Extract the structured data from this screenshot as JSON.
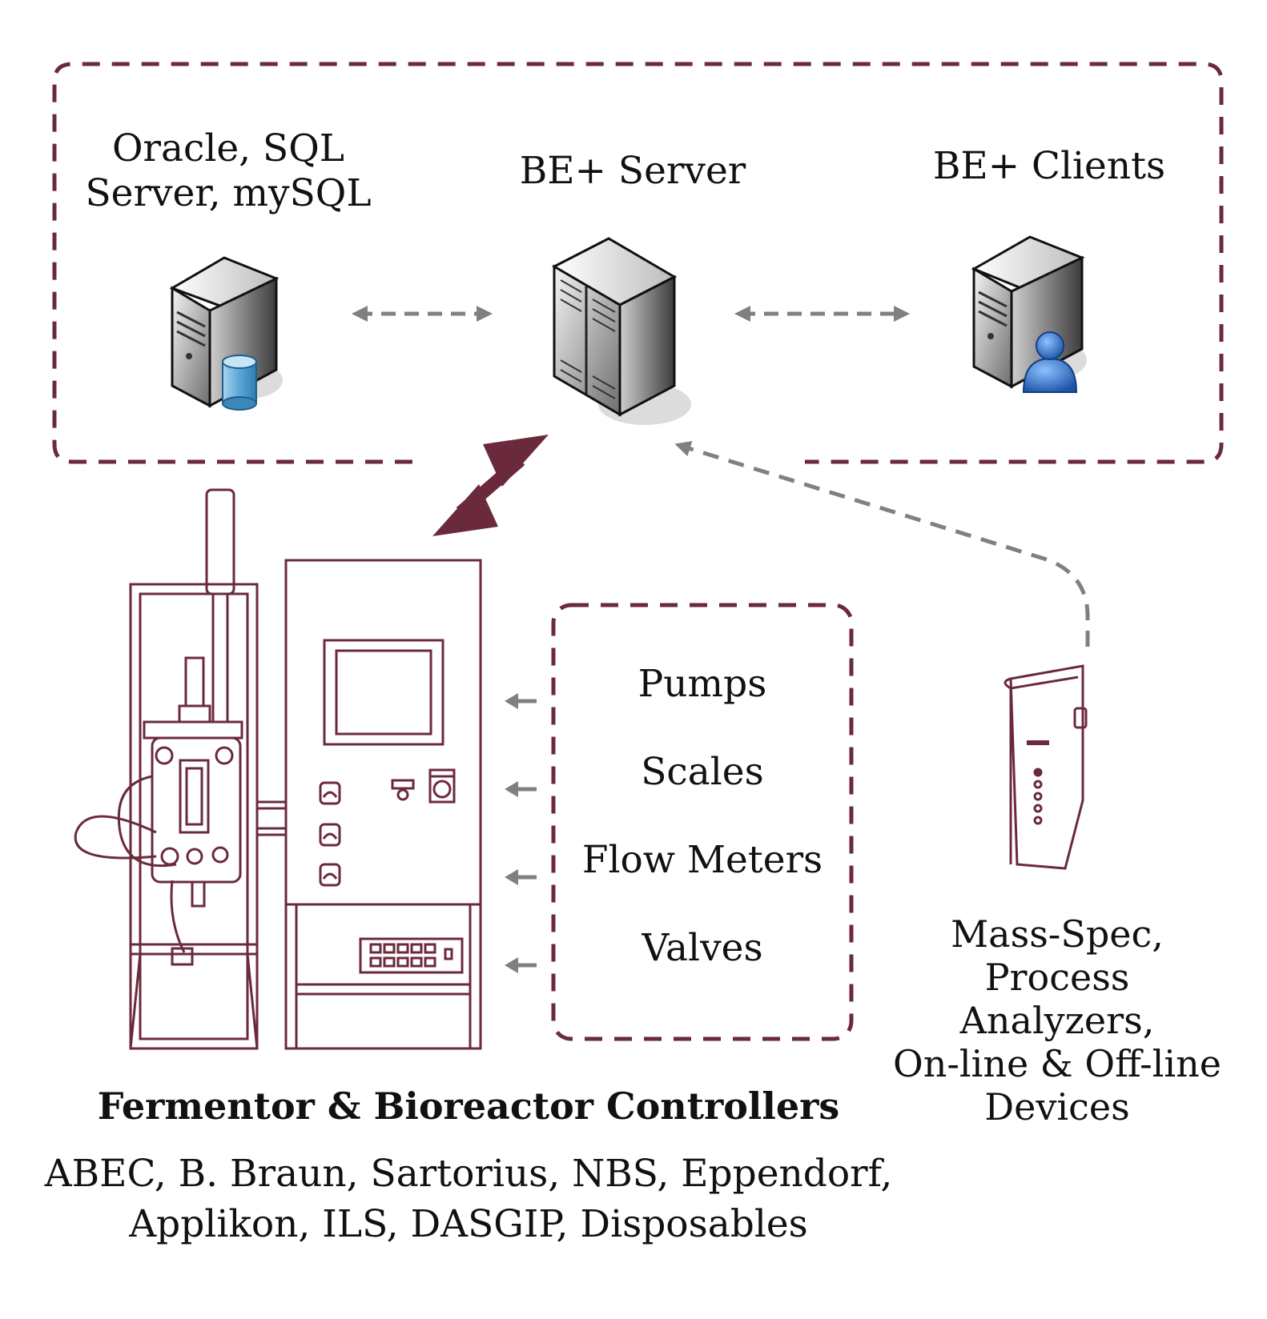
{
  "labels": {
    "database": [
      "Oracle, SQL",
      "Server, mySQL"
    ],
    "server": "BE+ Server",
    "clients": "BE+ Clients",
    "devices": [
      "Pumps",
      "Scales",
      "Flow Meters",
      "Valves"
    ],
    "analyzers": [
      "Mass-Spec,",
      "Process Analyzers,",
      "On-line & Off-line",
      "Devices"
    ],
    "controllers_title": "Fermentor & Bioreactor Controllers",
    "vendors": [
      "ABEC, B. Braun, Sartorius, NBS, Eppendorf,",
      "Applikon, ILS, DASGIP, Disposables"
    ]
  },
  "colors": {
    "frame": "#6b2a3c",
    "arrow_grey": "#808080",
    "line_art": "#6b2a3c",
    "server_grey": "#8a8a8a",
    "db_blue": "#5aa7d6",
    "user_blue": "#2d6fc7"
  },
  "icons": {
    "database_server": "server-database-icon",
    "app_server": "server-tower-icon",
    "client_workstation": "server-user-icon",
    "fermentor": "bioreactor-illustration",
    "analyzer": "analyzer-device-illustration"
  }
}
